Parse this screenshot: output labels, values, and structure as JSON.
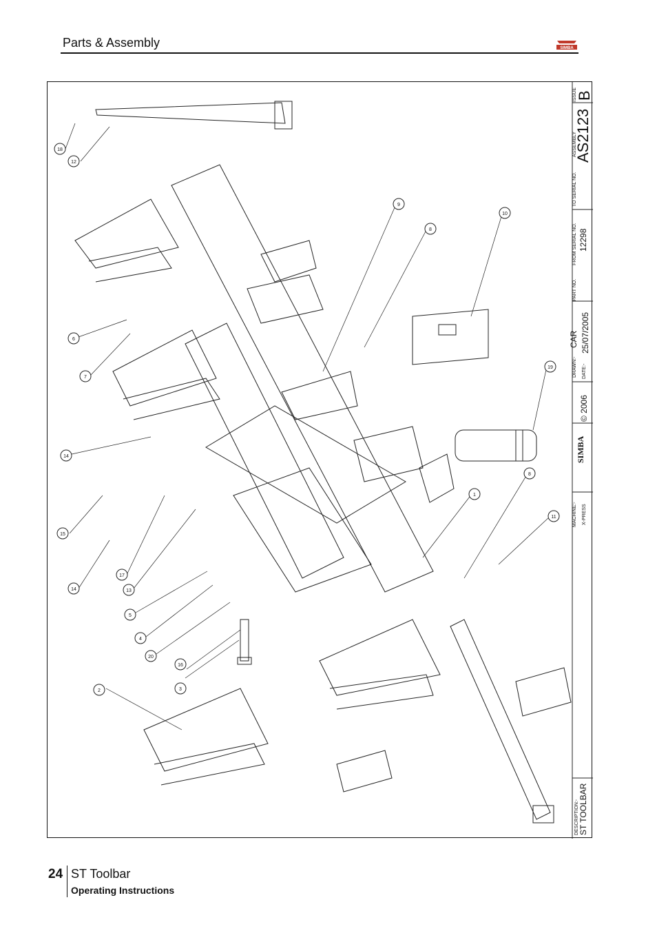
{
  "header": {
    "title": "Parts & Assembly",
    "logo_text": "SIMBA"
  },
  "title_block": {
    "issue_label": "ISSUE",
    "issue": "B",
    "assembly_label": "ASSEMBLY",
    "assembly": "AS2123",
    "to_serial_label": "TO SERIAL NO.",
    "from_serial_label": "FROM SERIAL NO.",
    "from_serial": "12298",
    "part_no_label": "PART NO.",
    "drawn_label": "DRAWN:-",
    "drawn": "CAR",
    "date_label": "DATE:-",
    "date": "25/07/2005",
    "copyright": "© 2006",
    "logo_text": "SIMBA",
    "machine_label": "MACHINE:-",
    "machine": "X-PRESS",
    "description_label": "DESCRIPTION:-",
    "description": "ST TOOLBAR"
  },
  "callouts": [
    "18",
    "12",
    "6",
    "7",
    "14",
    "15",
    "14",
    "17",
    "13",
    "5",
    "4",
    "20",
    "16",
    "3",
    "2",
    "9",
    "8",
    "10",
    "19",
    "8",
    "1",
    "11"
  ],
  "footer": {
    "page_number": "24",
    "title": "ST Toolbar",
    "subtitle": "Operating Instructions"
  }
}
